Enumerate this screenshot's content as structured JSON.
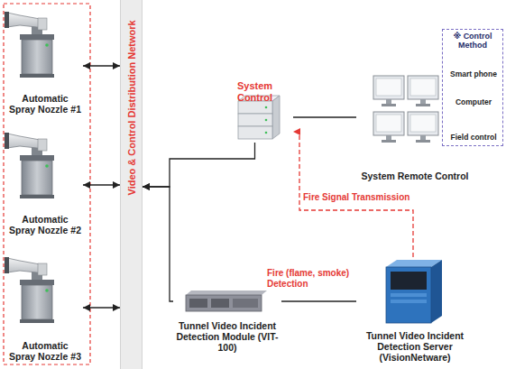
{
  "diagram": {
    "nodes": [
      {
        "text": [
          "Automatic Spray Nozzle #1"
        ]
      },
      {
        "text": [
          "Automatic Spray Nozzle #2"
        ]
      },
      {
        "text": [
          "Automatic Spray Nozzle #3"
        ]
      },
      {
        "text": [
          "Video & Control Distribution Network"
        ]
      },
      {
        "text": [
          "System Control"
        ]
      },
      {
        "text": [
          "System Remote Control"
        ]
      },
      {
        "text": [
          "※ Control Method"
        ]
      },
      {
        "text": [
          "Smart phone"
        ],
        "in": 6
      },
      {
        "text": [
          "Computer"
        ],
        "in": 6
      },
      {
        "text": [
          "Field control"
        ],
        "in": 6
      },
      {
        "text": [
          "Tunnel Video Incident Detection Module (VIT-100)"
        ]
      },
      {
        "text": [
          "Tunnel Video Incident Detection Server (VisionNetware)"
        ]
      }
    ],
    "edges": [
      {
        "from": 0,
        "to": 3,
        "arrow": "both"
      },
      {
        "from": 1,
        "to": 3,
        "arrow": "both"
      },
      {
        "from": 2,
        "to": 3,
        "arrow": "both"
      },
      {
        "from": 4,
        "to": 3,
        "arrow": "to"
      },
      {
        "from": 10,
        "to": 3,
        "arrow": "to"
      },
      {
        "from": 4,
        "to": 5,
        "arrow": "none"
      },
      {
        "from": 11,
        "to": 4,
        "label": "Fire Signal Transmission",
        "arrow": "to"
      },
      {
        "from": 10,
        "to": 11,
        "label": "Fire (flame, smoke) Detection",
        "arrow": "none"
      }
    ]
  }
}
